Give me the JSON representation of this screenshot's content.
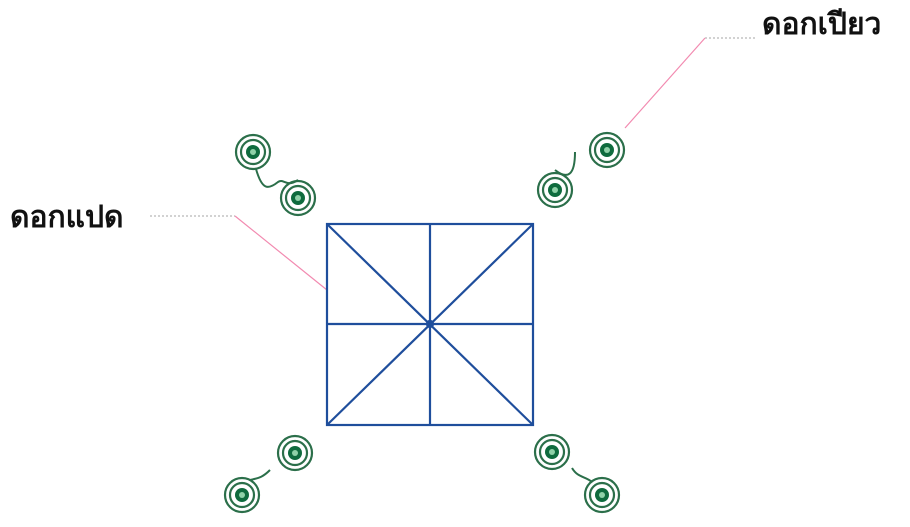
{
  "labels": {
    "piao": "ดอกเปียว",
    "paet": "ดอกแปด"
  },
  "colors": {
    "background": "#ffffff",
    "square_stroke": "#1f4e9c",
    "spiral_stroke": "#2b6f4a",
    "spiral_center": "#0f6b3e",
    "leader_line": "#f28ab0",
    "leader_dotted": "#b8b8b8",
    "label_text": "#111111"
  },
  "icons": {
    "spiral": "double-spiral-motif"
  }
}
